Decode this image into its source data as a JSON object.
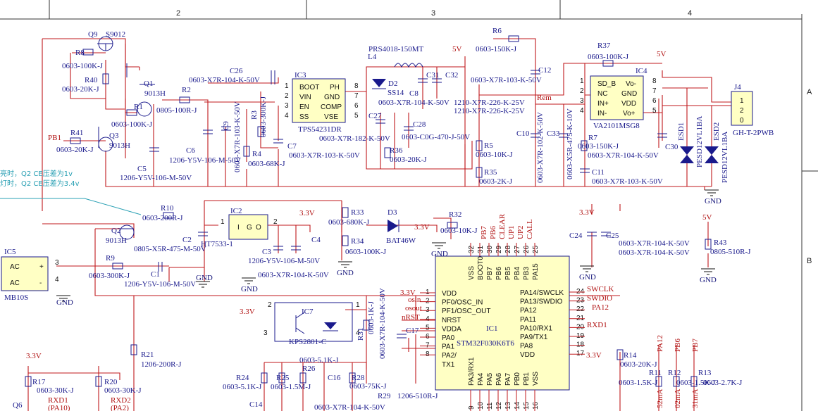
{
  "frame": {
    "columns": [
      "2",
      "3",
      "4"
    ],
    "rows": [
      "A",
      "B"
    ]
  },
  "colors": {
    "wire": "#c0181c",
    "component": "#1a1a8c",
    "chip_fill": "#ffffc4",
    "note": "#2aa0b4"
  },
  "notes": [
    "亮时，Q2 CE压差为1v",
    "灯时，Q2 CE压差为3.4v"
  ],
  "power": {
    "v5": "5V",
    "v33": "3.3V",
    "gnd": "GND"
  },
  "nets": {
    "pb1": "PB1",
    "rem": "Rem",
    "osin": "osin",
    "osout": "osout",
    "nrst": "nRST",
    "pb7": "PB7",
    "pb6": "PB6",
    "clear": "CLEAR",
    "up1": "UP1",
    "up2": "UP2",
    "call": "CALL",
    "swclk": "SWCLK",
    "swdio": "SWDIO",
    "pa12": "PA12",
    "rxd1": "RXD1",
    "rxd1b": "RXD1",
    "pa10": "(PA10)",
    "rxd2": "RXD2",
    "pa2": "(PA2)",
    "pa12b": "PA12",
    "pb6b": "PB6",
    "pb7b": "PB7",
    "m1": "52mA",
    "m2": "02mA",
    "m3": "31mA"
  },
  "parts": {
    "q9": "Q9",
    "s9012": "S9012",
    "r8": "R8",
    "r8v": "0603-100K-J",
    "r40": "R40",
    "r40v": "0603-20K-J",
    "q1": "Q1",
    "q1v": "9013H",
    "r2": "R2",
    "r2v": "0805-100R-J",
    "r1": "R1",
    "r1v": "0603-100K-J",
    "r41": "R41",
    "r41v": "0603-20K-J",
    "q3": "Q3",
    "q3v": "9013H",
    "c26": "C26",
    "c26v": "0603-X7R-104-K-50V",
    "c6": "C6",
    "c6v": "1206-Y5V-106-M-50V",
    "c5": "C5",
    "c5v": "1206-Y5V-106-M-50V",
    "c9": "C9",
    "c9v": "0603-X7R-103-K-50V",
    "r3": "R3",
    "r3v": "0603-300K-J",
    "r4": "R4",
    "r4v": "0603-68K-J",
    "c7": "C7",
    "c7v": "0603-X7R-103-K-50V",
    "ic3": "IC3",
    "ic3v": "TPS54231DR",
    "ic3p": [
      "BOOT",
      "PH",
      "VIN",
      "GND",
      "EN",
      "COMP",
      "SS",
      "VSE"
    ],
    "l4": "L4",
    "l4v": "PRS4018-150MT",
    "d2": "D2",
    "d2v": "SS14",
    "c8": "C8",
    "c31": "C31",
    "c32": "C32",
    "c8v": "0603-X7R-104-K-50V",
    "c31v": "1210-X7R-226-K-25V",
    "c32v": "1210-X7R-226-K-25V",
    "c27": "C27",
    "c27v": "0603-X7R-182-K-50V",
    "c28": "C28",
    "c28v": "0603-C0G-470-J-50V",
    "r36": "R36",
    "r36v": "0603-20K-J",
    "r5": "R5",
    "r5v": "0603-10K-J",
    "r35": "R35",
    "r35v": "0603-2K-J",
    "r6": "R6",
    "r6v": "0603-150K-J",
    "c12": "C12",
    "c12v": "0603-X7R-103-K-50V",
    "c10": "C10",
    "c10v": "0603-X7R-102-K-50V",
    "c33": "C33",
    "c33v": "0603-X5R-475-K-10V",
    "r37": "R37",
    "r37v": "0603-100K-J",
    "r7": "R7",
    "r7v": "0603-150K-J",
    "c11": "C11",
    "c11v": "0603-X7R-103-K-50V",
    "c11v2": "0603-X7R-104-K-50V",
    "ic4": "IC4",
    "ic4v": "VA2101MSG8",
    "ic4p": [
      "SD_B",
      "Vo-",
      "NC",
      "GND",
      "IN+",
      "VDD",
      "IN-",
      "Vo+"
    ],
    "c30": "C30",
    "esd1": "ESD1",
    "esd1v": "PESD12VL1BA",
    "esd2": "ESD2",
    "esd2v": "PESD12VL1BA",
    "j4": "J4",
    "j4v": "GH-T-2PWB",
    "j4p": [
      "1",
      "2",
      "0"
    ],
    "r10": "R10",
    "r10v": "0603-200R-J",
    "q2": "Q2",
    "q2v": "9013H",
    "c2": "C2",
    "c2v": "0805-X5R-475-M-50V",
    "ic2": "IC2",
    "ic2v": "HT7533-1",
    "ic2p": [
      "I",
      "G",
      "O"
    ],
    "c3": "C3",
    "c3v": "1206-Y5V-106-M-50V",
    "c4": "C4",
    "c4v": "0603-X7R-104-K-50V",
    "r9": "R9",
    "r9v": "0603-300K-J",
    "c1": "C1",
    "c1v": "1206-Y5V-106-M-50V",
    "ic5": "IC5",
    "ic5v": "MB10S",
    "ic5p": [
      "AC",
      "+",
      "AC",
      "-"
    ],
    "r33": "R33",
    "r33v": "0603-680K-J",
    "r34": "R34",
    "r34v": "0603-100K-J",
    "d3": "D3",
    "d3v": "BAT46W",
    "r32": "R32",
    "r32v": "0603-10K-J",
    "c24": "C24",
    "c25": "C25",
    "c24v": "0603-X7R-104-K-50V",
    "c25v": "0603-X7R-104-K-50V",
    "r43": "R43",
    "r43v": "0805-510R-J",
    "ic7": "IC7",
    "ic7v": "KPS2801-C",
    "r31": "R31",
    "r31v": "0603-1K-J",
    "c17": "C17",
    "c17v": "0603-X7R-104-K-50V",
    "ic1": "IC1",
    "ic1v": "STM32F030K6T6",
    "ic1_top": [
      "VSS",
      "BOOT0",
      "PB7",
      "PB6",
      "PB5",
      "PB4",
      "PB3",
      "PA15"
    ],
    "ic1_left": [
      "VDD",
      "PF0/OSC_IN",
      "PF1/OSC_OUT",
      "NRST",
      "VDDA",
      "PA0",
      "PA1",
      "PA2/",
      "TX1"
    ],
    "ic1_right": [
      "PA14/SWCLK",
      "PA13/SWDIO",
      "PA12",
      "PA11",
      "PA10/RX1",
      "PA9/TX1",
      "PA8",
      "VDD"
    ],
    "ic1_bot": [
      "PA3/RX1",
      "PA4",
      "PA5",
      "PA6",
      "PA7",
      "PB0",
      "PB1",
      "VSS"
    ],
    "r14": "R14",
    "r14v": "0603-20K-J",
    "r11": "R11",
    "r11v": "0603-1.5K-J",
    "r12": "R12",
    "r12v": "0603-1.5K-J",
    "r13": "R13",
    "r13v": "0603-2.7K-J",
    "r21": "R21",
    "r21v": "1206-200R-J",
    "r17": "R17",
    "r17v": "0603-30K-J",
    "r20": "R20",
    "r20v": "0603-30K-J",
    "q6": "Q6",
    "r24": "R24",
    "r24v": "0603-5.1K-J",
    "r25": "R25",
    "r25v": "0603-1.5M-J",
    "r26": "R26",
    "r26v": "0603-5.1K-J",
    "c16": "C16",
    "r28": "R28",
    "r28v": "0603-75K-J",
    "r29": "R29",
    "c14": "C14",
    "r16v": "1206-510R-J",
    "c15v": "0603-X7R-104-K-50V"
  },
  "pin_numbers": {
    "ic1_top": [
      "32",
      "31",
      "30",
      "29",
      "28",
      "27",
      "26",
      "25"
    ],
    "ic1_left": [
      "1",
      "2",
      "3",
      "4",
      "5",
      "6",
      "7",
      "8"
    ],
    "ic1_right": [
      "24",
      "23",
      "22",
      "21",
      "20",
      "19",
      "18",
      "17"
    ],
    "ic1_bot": [
      "9",
      "10",
      "11",
      "12",
      "13",
      "14",
      "15",
      "16"
    ],
    "ic3": [
      "1",
      "2",
      "3",
      "4",
      "8",
      "7",
      "6",
      "5"
    ],
    "ic4": [
      "1",
      "2",
      "3",
      "4",
      "8",
      "7",
      "6",
      "5"
    ],
    "misc": [
      "1",
      "2",
      "3",
      "4",
      "2",
      "3",
      "1",
      "4",
      "3",
      "1",
      "2"
    ]
  }
}
